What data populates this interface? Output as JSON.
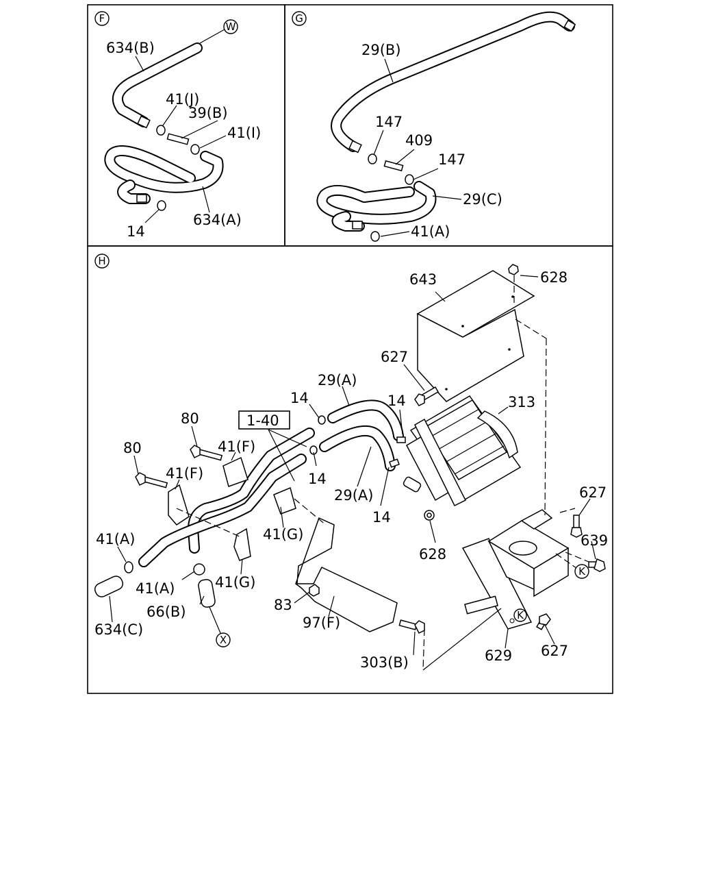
{
  "sections": [
    {
      "letter": "F"
    },
    {
      "letter": "G"
    },
    {
      "letter": "H"
    }
  ],
  "callouts": {
    "F": [
      "634(B)",
      "41(J)",
      "39(B)",
      "41(I)",
      "634(A)",
      "14"
    ],
    "G": [
      "29(B)",
      "147",
      "409",
      "147",
      "29(C)",
      "41(A)"
    ],
    "H": [
      "643",
      "628",
      "627",
      "313",
      "1-40",
      "29(A)",
      "29(A)",
      "14",
      "14",
      "14",
      "14",
      "80",
      "80",
      "41(F)",
      "41(F)",
      "41(G)",
      "41(G)",
      "41(A)",
      "41(A)",
      "634(C)",
      "66(B)",
      "83",
      "97(F)",
      "303(B)",
      "628",
      "627",
      "639",
      "629",
      "627"
    ]
  },
  "connectors": [
    "W",
    "X",
    "K",
    "K"
  ]
}
